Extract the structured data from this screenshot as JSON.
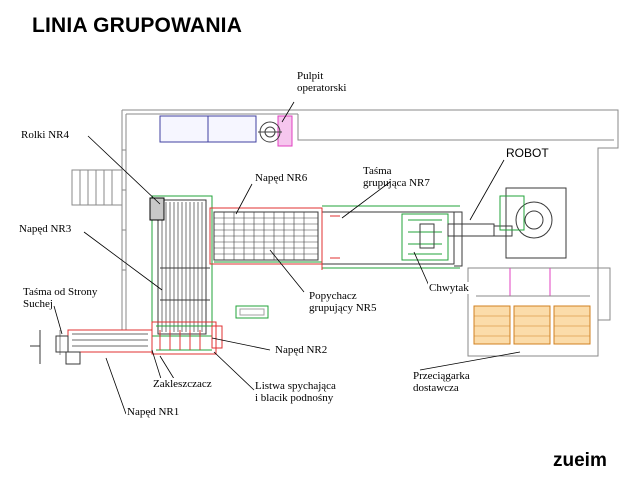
{
  "title": "LINIA GRUPOWANIA",
  "brand": "zueim",
  "colors": {
    "frame": "#8a8a8a",
    "belt": "#3a3a3a",
    "drive": "#e03030",
    "line_green": "#22a33a",
    "operator_panel": "#e040c0",
    "loading_tray": "#f2b060",
    "leader": "#000000"
  },
  "labels": {
    "pulpit": [
      "Pulpit",
      "operatorski"
    ],
    "rolki_nr4": "Rolki NR4",
    "naped_nr6": "Napęd NR6",
    "tasma_nr7": [
      "Taśma",
      "grupująca NR7"
    ],
    "robot": "ROBOT",
    "naped_nr3": "Napęd NR3",
    "tasma_od_strony": [
      "Taśma od Strony",
      "Suchej"
    ],
    "popychacz": [
      "Popychacz",
      "grupujący NR5"
    ],
    "chwytak": "Chwytak",
    "naped_nr2": "Napęd NR2",
    "zakleszczacz": "Zakleszczacz",
    "listwa": [
      "Listwa spychająca",
      "i blacik podnośny"
    ],
    "naped_nr1": "Napęd NR1",
    "przeciagarka": [
      "Przeciągarka",
      "dostawcza"
    ]
  }
}
